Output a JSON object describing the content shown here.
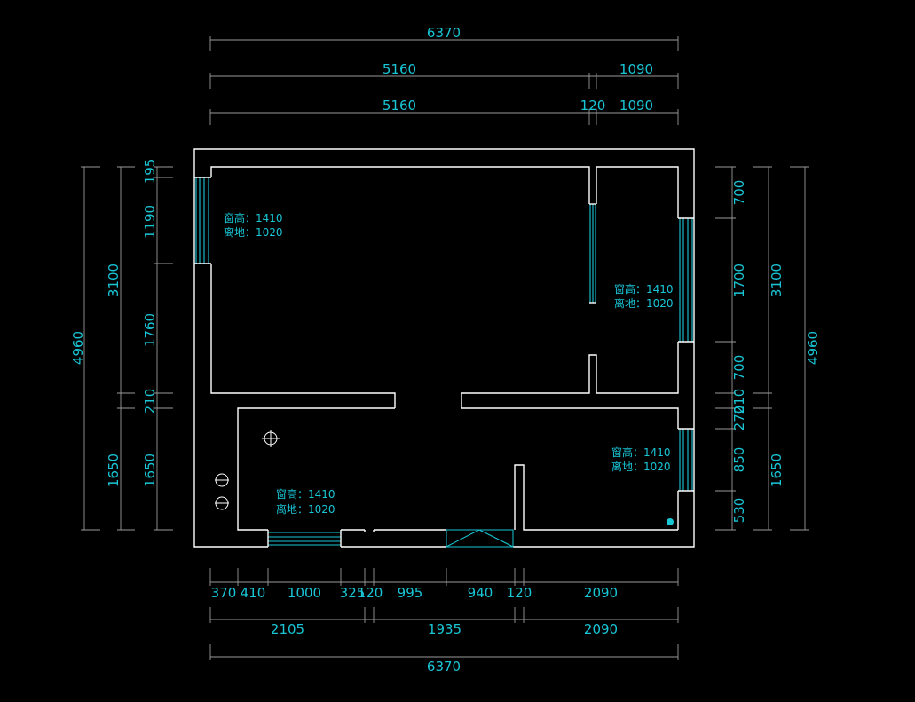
{
  "drawing": {
    "top_dims": {
      "total": "6370",
      "row2": [
        "5160",
        "1090"
      ],
      "row3": [
        "5160",
        "120",
        "1090"
      ]
    },
    "bottom_dims": {
      "row1": [
        "370",
        "410",
        "1000",
        "325",
        "120",
        "995",
        "940",
        "120",
        "2090"
      ],
      "row2": [
        "2105",
        "1935",
        "2090"
      ],
      "total": "6370"
    },
    "left_dims": {
      "total": "4960",
      "mid": [
        "3100",
        "1650"
      ],
      "inner": [
        "195",
        "1190",
        "1760",
        "210",
        "1650"
      ]
    },
    "right_dims": {
      "inner": [
        "700",
        "1700",
        "700",
        "210",
        "270",
        "850",
        "530"
      ],
      "mid": [
        "3100",
        "1650"
      ],
      "total": "4960"
    },
    "window_notes": [
      {
        "height": "窗高：1410",
        "sill": "离地：1020"
      },
      {
        "height": "窗高：1410",
        "sill": "离地：1020"
      },
      {
        "height": "窗高：1410",
        "sill": "离地：1020"
      },
      {
        "height": "窗高：1410",
        "sill": "离地：1020"
      }
    ],
    "colors": {
      "background": "#000000",
      "walls": "#ffffff",
      "dimensions": "#19c6d6",
      "dim_lines": "#9a9a9a"
    }
  }
}
